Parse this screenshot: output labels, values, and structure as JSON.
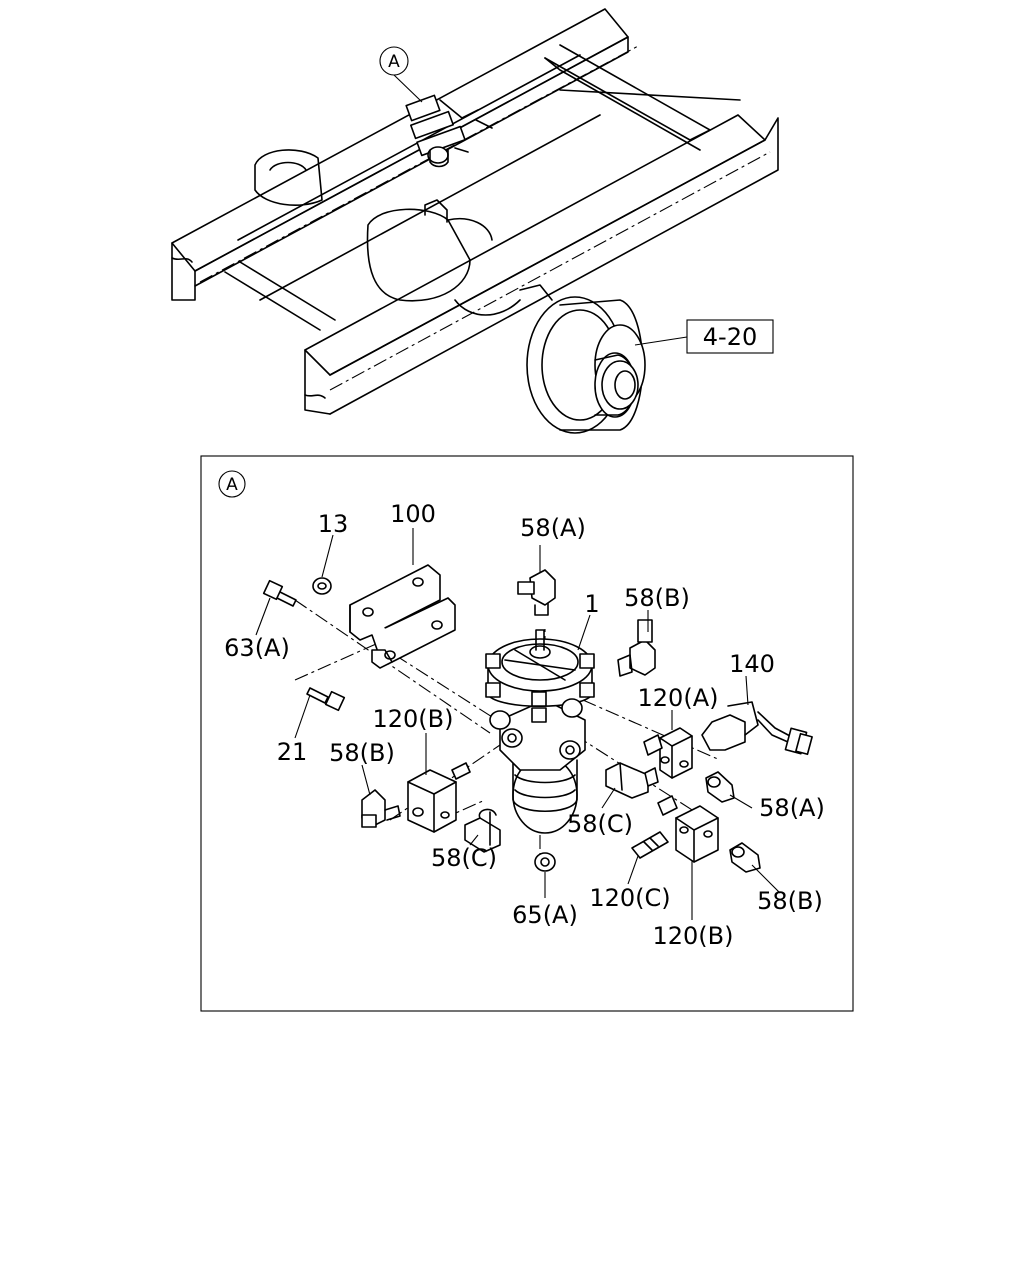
{
  "callouts": {
    "overview_marker": "A",
    "detail_marker": "A",
    "ref_box": "4-20"
  },
  "labels": {
    "p13": "13",
    "p100": "100",
    "p58a_top": "58(A)",
    "p1": "1",
    "p58b_top": "58(B)",
    "p63a": "63(A)",
    "p140": "140",
    "p120a": "120(A)",
    "p120b_left": "120(B)",
    "p21": "21",
    "p58b_left": "58(B)",
    "p58a_right": "58(A)",
    "p58c_mid": "58(C)",
    "p58c_low": "58(C)",
    "p120c": "120(C)",
    "p58b_right": "58(B)",
    "p65a": "65(A)",
    "p120b_right": "120(B)"
  }
}
